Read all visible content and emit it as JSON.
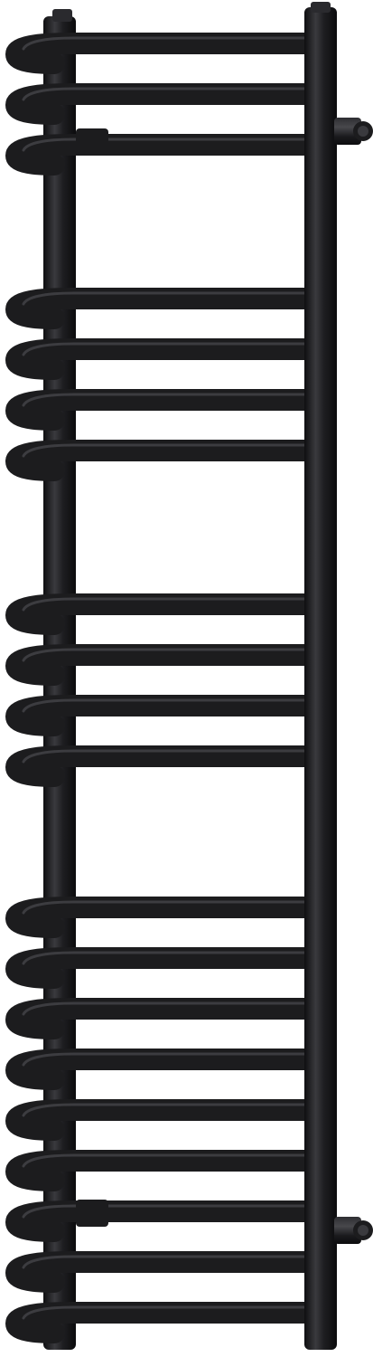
{
  "product": {
    "kind": "curved-ladder-towel-radiator",
    "finish_color": "#1c1c1e",
    "highlight_color": "#4a4a4e",
    "background_color": "#ffffff",
    "rail_groups": [
      3,
      4,
      4,
      9
    ],
    "rail_count": 20,
    "wall_brackets": 2,
    "valve_ports": 2
  }
}
